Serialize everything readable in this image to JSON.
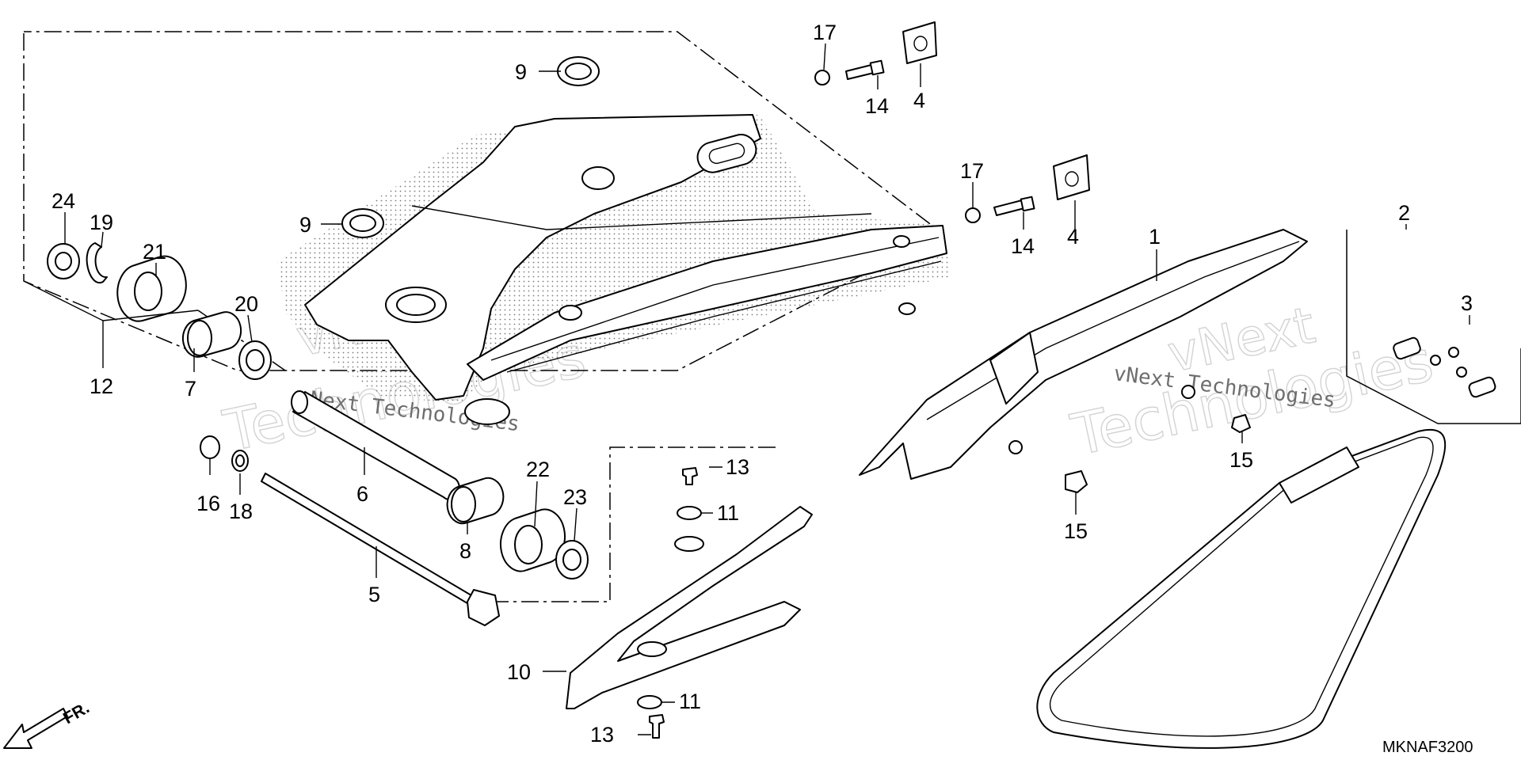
{
  "diagram": {
    "code": "MKNAF3200",
    "direction_label": "FR.",
    "watermark": {
      "line1": "vNext",
      "line2": "Technologies",
      "inline": "vNext Technologies"
    },
    "callouts": {
      "c1": "1",
      "c2": "2",
      "c3": "3",
      "c4a": "4",
      "c4b": "4",
      "c5": "5",
      "c6": "6",
      "c7": "7",
      "c8": "8",
      "c9a": "9",
      "c9b": "9",
      "c10": "10",
      "c11a": "11",
      "c11b": "11",
      "c12": "12",
      "c13a": "13",
      "c13b": "13",
      "c14a": "14",
      "c14b": "14",
      "c15a": "15",
      "c15b": "15",
      "c16": "16",
      "c17a": "17",
      "c17b": "17",
      "c18": "18",
      "c19": "19",
      "c20": "20",
      "c21": "21",
      "c22": "22",
      "c23": "23",
      "c24": "24"
    }
  }
}
